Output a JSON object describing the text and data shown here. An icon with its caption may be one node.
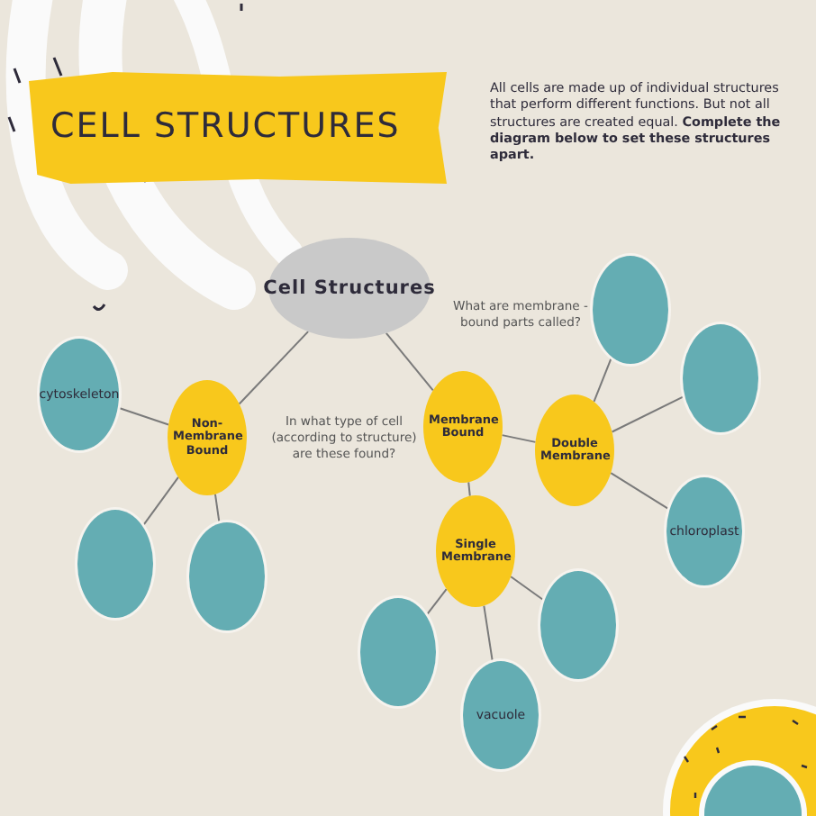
{
  "diagram": {
    "title": "CELL STRUCTURES",
    "nodes": [
      {
        "text": [
          "Cell Structures"
        ]
      },
      {
        "text": [],
        "shape": "circle"
      },
      {
        "text": [],
        "shape": "circle"
      },
      {
        "text": [
          "cytoskeleton"
        ]
      },
      {
        "text": [
          "Membrane Bound"
        ]
      },
      {
        "text": [
          "Non-Membrane Bound"
        ]
      },
      {
        "text": [
          "Double Membrane"
        ]
      },
      {
        "text": [
          "chloroplast"
        ]
      },
      {
        "text": [
          "Single Membrane"
        ]
      },
      {
        "text": [],
        "shape": "circle"
      },
      {
        "text": [],
        "shape": "circle"
      },
      {
        "text": [],
        "shape": "circle"
      },
      {
        "text": [],
        "shape": "circle"
      },
      {
        "text": [
          "vacuole"
        ]
      }
    ],
    "edges": [
      {
        "from": 0,
        "to": 5,
        "arrow": "none"
      },
      {
        "from": 0,
        "to": 4,
        "arrow": "none"
      },
      {
        "from": 5,
        "to": 3,
        "arrow": "none"
      },
      {
        "from": 5,
        "to": 9,
        "arrow": "none"
      },
      {
        "from": 5,
        "to": 10,
        "arrow": "none"
      },
      {
        "from": 4,
        "to": 6,
        "arrow": "none"
      },
      {
        "from": 4,
        "to": 8,
        "arrow": "none"
      },
      {
        "from": 6,
        "to": 1,
        "arrow": "none"
      },
      {
        "from": 6,
        "to": 2,
        "arrow": "none"
      },
      {
        "from": 6,
        "to": 7,
        "arrow": "none"
      },
      {
        "from": 8,
        "to": 12,
        "arrow": "none"
      },
      {
        "from": 8,
        "to": 11,
        "arrow": "none"
      },
      {
        "from": 8,
        "to": 13,
        "arrow": "none"
      }
    ],
    "labels": [
      "All cells are made up of individual structures that perform different functions. But not all structures are created equal. **Complete the diagram below to set these structures apart.**",
      "What are membrane - bound parts called?",
      "In what type of cell (according to structure) are these found?"
    ]
  }
}
